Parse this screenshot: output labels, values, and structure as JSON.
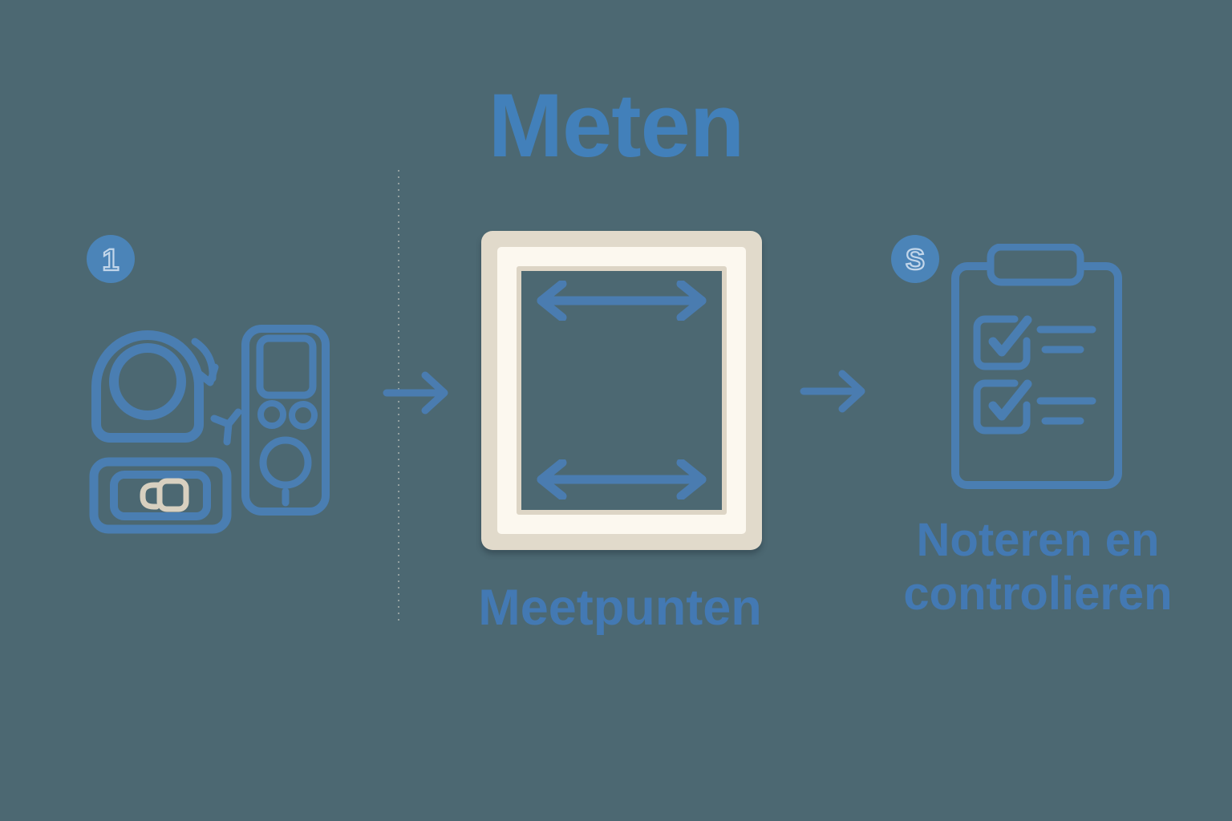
{
  "colors": {
    "background": "#4c6872",
    "text_blue": "#4280ba",
    "icon_blue": "#4a7eb2",
    "arrow_blue": "#4a7cb0",
    "badge_fill": "#4b84b8",
    "badge_glyph_outline": "#c2d6ea",
    "frame_outer_beige": "#e1dacb",
    "frame_inner_white": "#fcf8ef",
    "frame_thin_beige": "#ddd5c5",
    "vial_cream": "#d8d0c0"
  },
  "title": "Meten",
  "steps": {
    "tools": {
      "badge": "1",
      "icons": [
        "tape-measure",
        "laser-distance-meter",
        "spirit-level"
      ]
    },
    "measure": {
      "label": "Meetpunten",
      "icon": "window-frame-with-width-arrows",
      "arrow_count": 2
    },
    "record": {
      "badge": "S",
      "label": "Noteren en controlieren",
      "icon": "clipboard-checklist",
      "checked_items": 2
    }
  },
  "connectors": {
    "first": "arrow-right",
    "second": "arrow-right"
  }
}
